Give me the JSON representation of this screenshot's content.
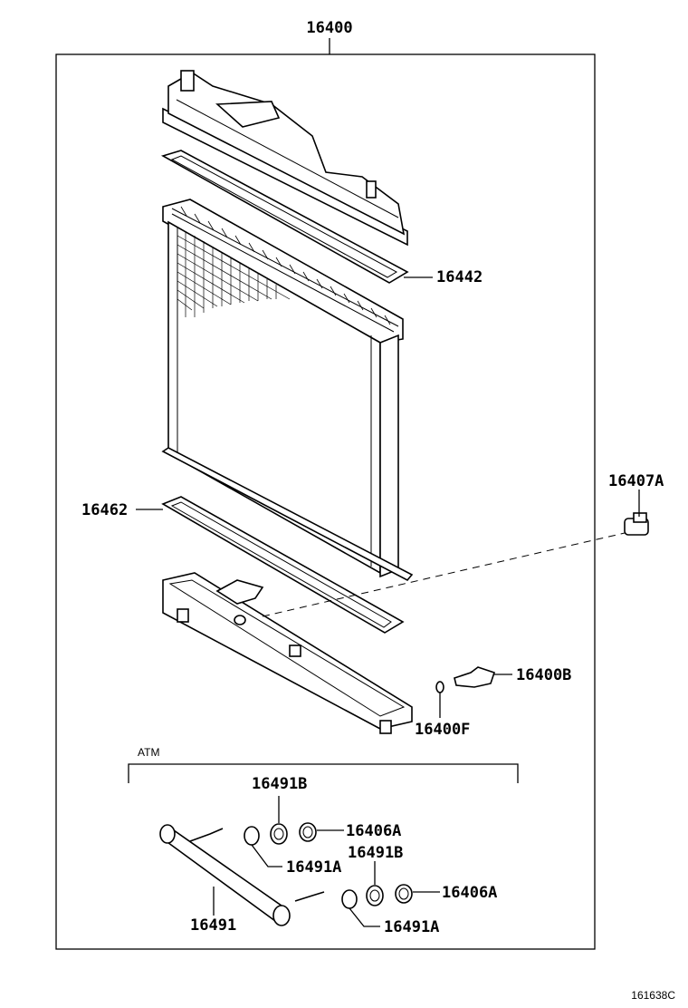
{
  "diagram": {
    "assembly_number": "16400",
    "parts": {
      "upper_gasket": "16442",
      "lower_gasket": "16462",
      "drain_plug": "16407A",
      "drain_cock": "16400B",
      "drain_cock_oring": "16400F",
      "oil_cooler_hose": "16491",
      "gasket_b_1": "16491B",
      "gasket_b_2": "16491B",
      "washer_a_1": "16406A",
      "washer_a_2": "16406A",
      "gasket_a_1": "16491A",
      "gasket_a_2": "16491A"
    },
    "atm_label": "ATM",
    "figure_code": "161638C"
  }
}
